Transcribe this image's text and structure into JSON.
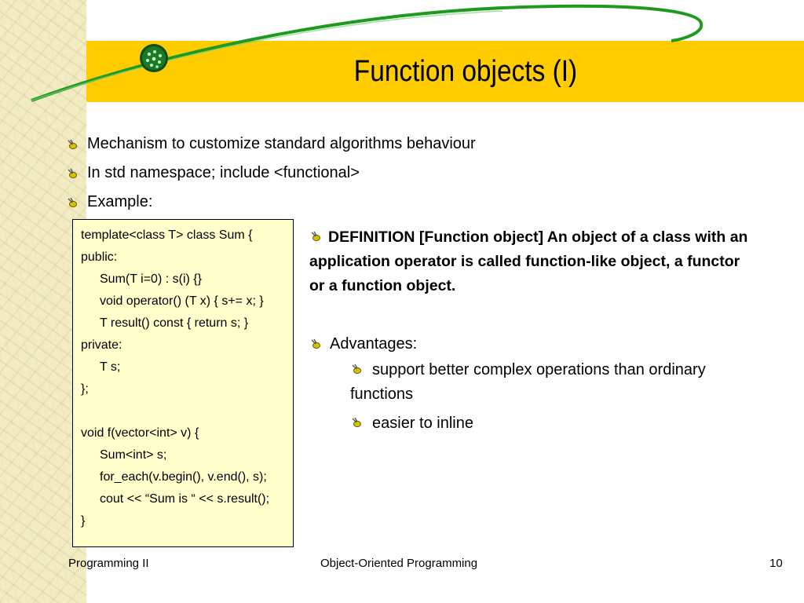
{
  "slide": {
    "title": "Function objects (I)",
    "colors": {
      "title_bar": "#ffcc00",
      "code_background": "#ffffcc",
      "swoosh": "#1f9a1f"
    }
  },
  "bullets": [
    "Mechanism to customize standard algorithms behaviour",
    "In std namespace; include <functional>",
    "Example:"
  ],
  "code": {
    "lines": [
      {
        "text": "template<class T> class Sum {",
        "indent": false
      },
      {
        "text": "public:",
        "indent": false
      },
      {
        "text": "Sum(T i=0) : s(i) {}",
        "indent": true
      },
      {
        "text": "void operator() (T x) { s+= x; }",
        "indent": true
      },
      {
        "text": "T result() const { return s; }",
        "indent": true
      },
      {
        "text": "private:",
        "indent": false
      },
      {
        "text": "T s;",
        "indent": true
      },
      {
        "text": "};",
        "indent": false
      },
      {
        "text": "",
        "indent": false
      },
      {
        "text": "void f(vector<int> v) {",
        "indent": false
      },
      {
        "text": "Sum<int> s;",
        "indent": true
      },
      {
        "text": "for_each(v.begin(), v.end(), s);",
        "indent": true
      },
      {
        "text": "cout << “Sum is “ << s.result();",
        "indent": true
      },
      {
        "text": "}",
        "indent": false
      }
    ]
  },
  "definition": "DEFINITION [Function object] An object of a class with an application operator is called function-like object, a functor or a function object.",
  "advantages": {
    "label": "Advantages:",
    "items": [
      "support better complex operations than ordinary functions",
      "easier to inline"
    ]
  },
  "footer": {
    "left": "Programming II",
    "center": "Object-Oriented Programming",
    "page": "10"
  },
  "icons": {
    "bullet": "bee-bullet-icon",
    "orb": "green-orb-icon"
  }
}
